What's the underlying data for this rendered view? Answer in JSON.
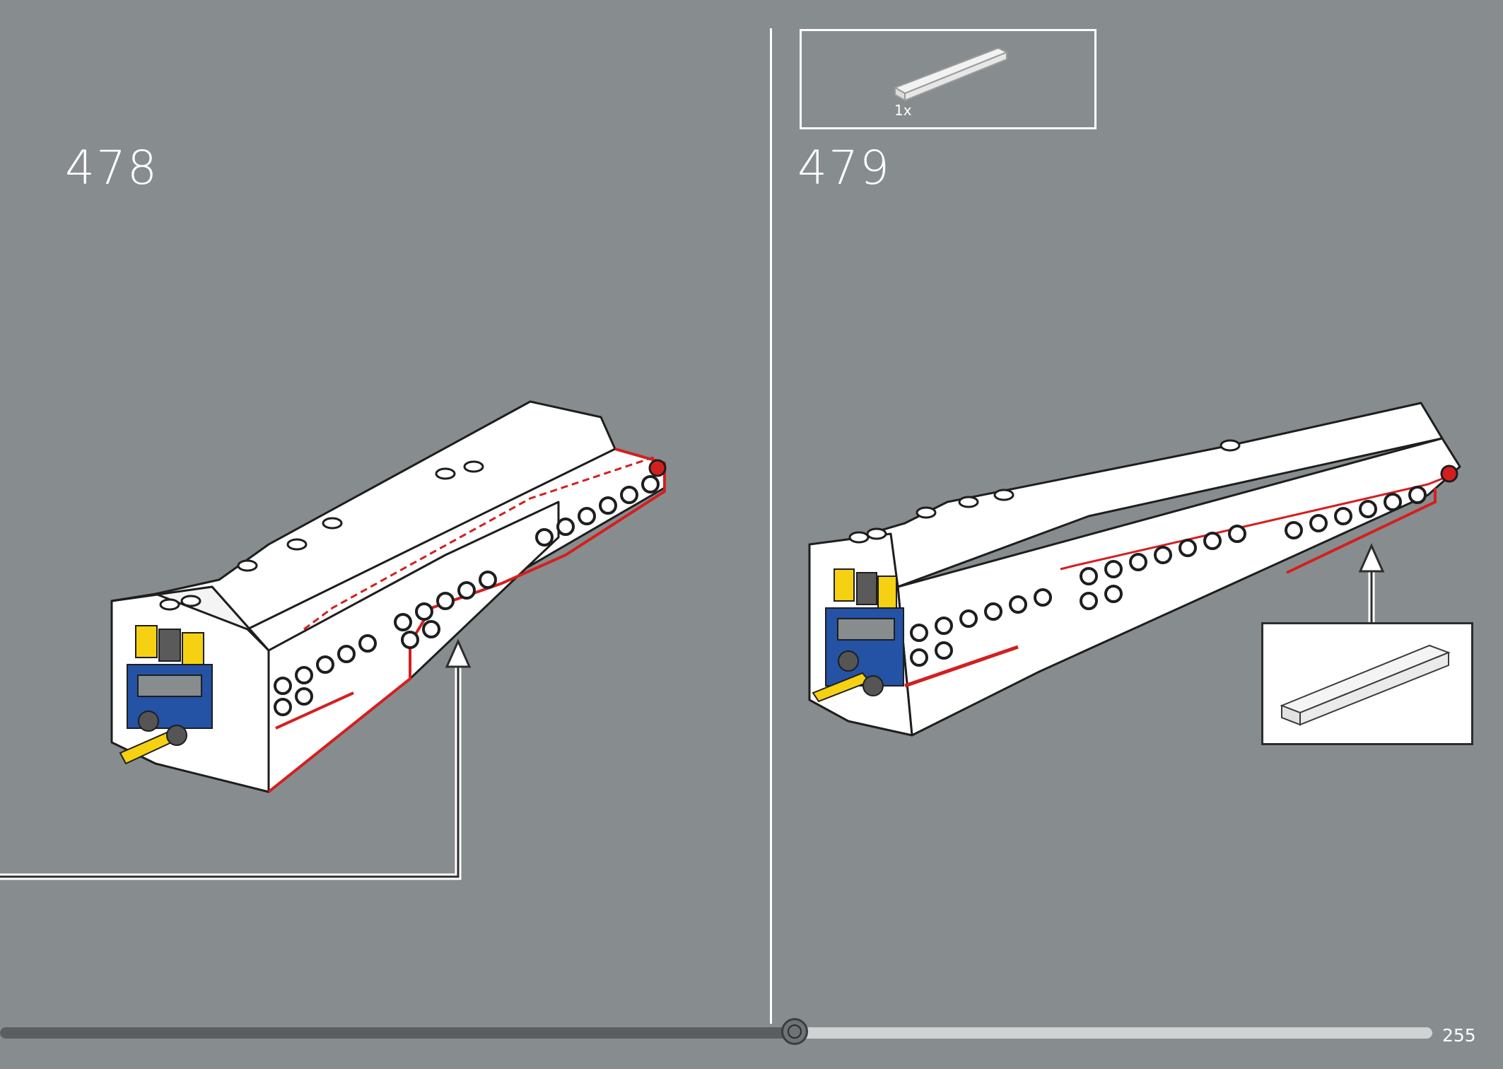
{
  "steps": [
    {
      "number": "478"
    },
    {
      "number": "479"
    }
  ],
  "parts_list": {
    "items": [
      {
        "quantity": "1x",
        "part_icon": "white-tile-1x6-icon"
      }
    ]
  },
  "colors": {
    "background": "#878d8f",
    "highlight": "#d41f1f",
    "model_white": "#ffffff",
    "model_blue": "#2452a4",
    "model_yellow": "#f5d112"
  },
  "navigation": {
    "progress": 0.555,
    "page_number": "255"
  }
}
